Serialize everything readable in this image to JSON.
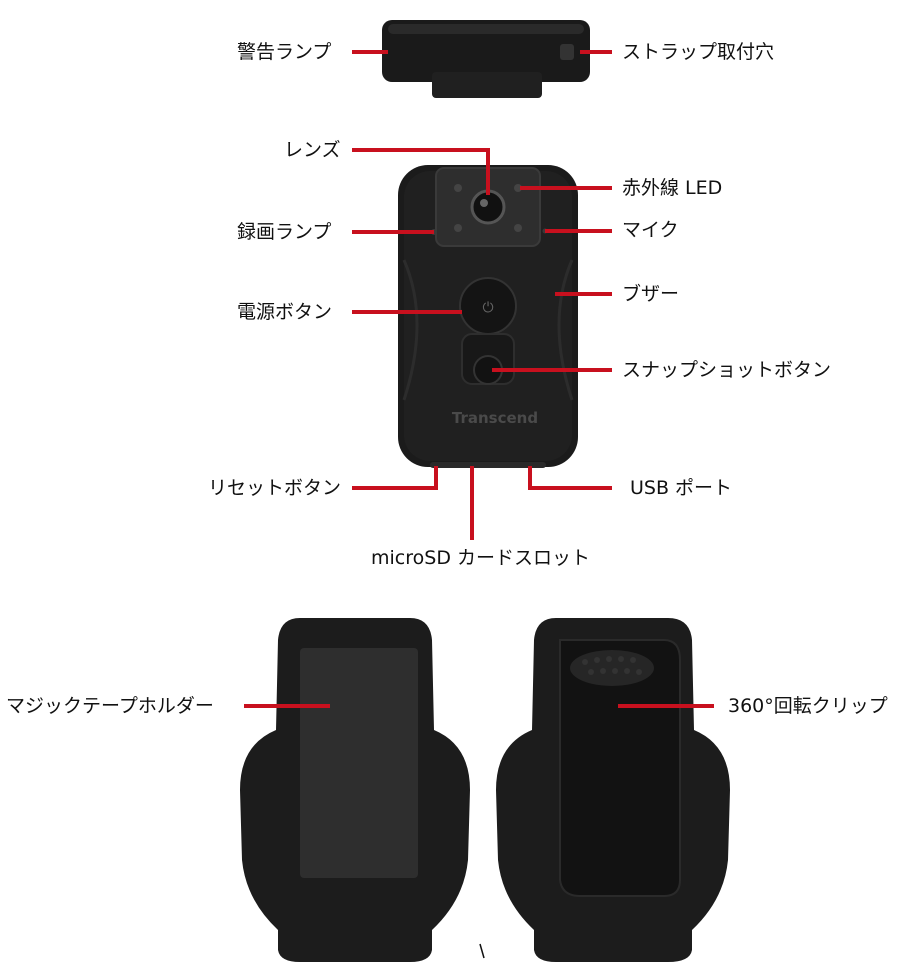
{
  "labels": {
    "warning_lamp": "警告ランプ",
    "strap_hole": "ストラップ取付穴",
    "lens": "レンズ",
    "infrared_led": "赤外線 LED",
    "recording_lamp": "録画ランプ",
    "microphone": "マイク",
    "power_button": "電源ボタン",
    "buzzer": "ブザー",
    "snapshot_button": "スナップショットボタン",
    "reset_button": "リセットボタン",
    "usb_port": "USB ポート",
    "microsd_slot": "microSD カードスロット",
    "velcro_holder": "マジックテープホルダー",
    "clip_360": "360°回転クリップ"
  },
  "brand": "Transcend",
  "colors": {
    "leader_line": "#c8101e",
    "device_body": "#1b1b1b",
    "label_text": "#111111"
  }
}
